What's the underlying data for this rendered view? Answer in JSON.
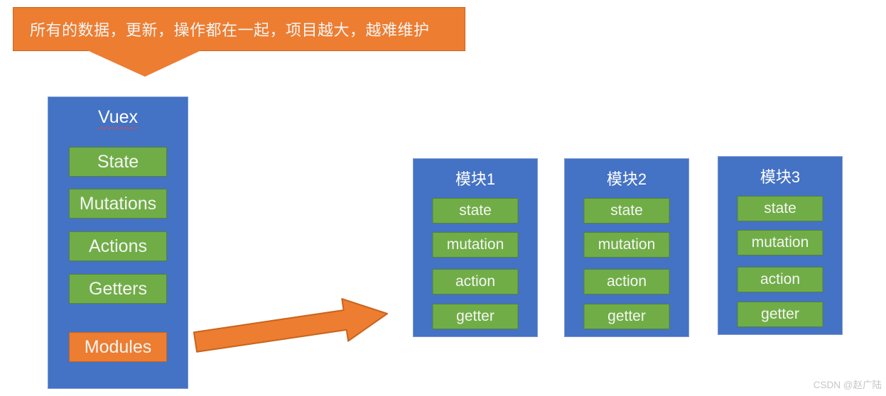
{
  "callout": {
    "text": "所有的数据，更新，操作都在一起，项目越大，越难维护"
  },
  "vuex_panel": {
    "title": "Vuex",
    "items": [
      {
        "label": "State",
        "type": "green"
      },
      {
        "label": "Mutations",
        "type": "green"
      },
      {
        "label": "Actions",
        "type": "green"
      },
      {
        "label": "Getters",
        "type": "green"
      },
      {
        "label": "Modules",
        "type": "orange"
      }
    ]
  },
  "modules": [
    {
      "title": "模块1",
      "items": [
        "state",
        "mutation",
        "action",
        "getter"
      ]
    },
    {
      "title": "模块2",
      "items": [
        "state",
        "mutation",
        "action",
        "getter"
      ]
    },
    {
      "title": "模块3",
      "items": [
        "state",
        "mutation",
        "action",
        "getter"
      ]
    }
  ],
  "watermark": "CSDN @赵广陆",
  "colors": {
    "orange": "#ED7D31",
    "orange_border": "#C9641C",
    "blue": "#4472C4",
    "blue_border": "#7C99D2",
    "green": "#70AD47",
    "green_border": "#548235",
    "underline_red": "#D94A4A",
    "watermark_gray": "#C6C6C6"
  }
}
